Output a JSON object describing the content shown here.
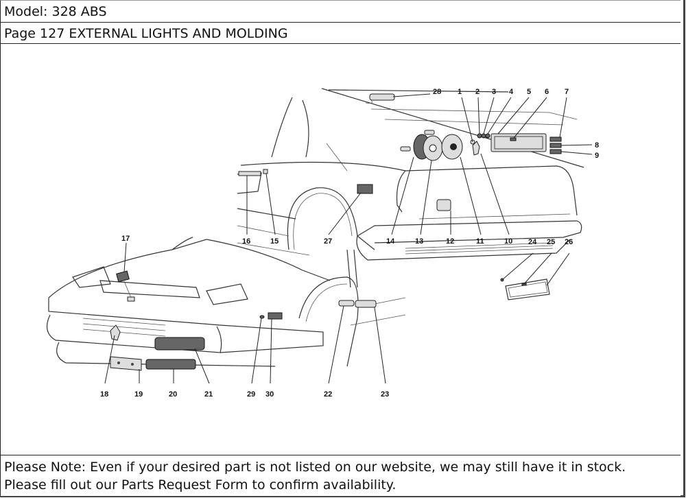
{
  "header": {
    "model_line": "Model: 328 ABS",
    "page_line": "Page 127  EXTERNAL LIGHTS AND MOLDING"
  },
  "diagram": {
    "title": "External lights and molding exploded view",
    "callouts": [
      {
        "id": "1",
        "label": "1"
      },
      {
        "id": "2",
        "label": "2"
      },
      {
        "id": "3",
        "label": "3"
      },
      {
        "id": "4",
        "label": "4"
      },
      {
        "id": "5",
        "label": "5"
      },
      {
        "id": "6",
        "label": "6"
      },
      {
        "id": "7",
        "label": "7"
      },
      {
        "id": "8",
        "label": "8"
      },
      {
        "id": "9",
        "label": "9"
      },
      {
        "id": "10",
        "label": "10"
      },
      {
        "id": "11",
        "label": "11"
      },
      {
        "id": "12",
        "label": "12"
      },
      {
        "id": "13",
        "label": "13"
      },
      {
        "id": "14",
        "label": "14"
      },
      {
        "id": "15",
        "label": "15"
      },
      {
        "id": "16",
        "label": "16"
      },
      {
        "id": "17",
        "label": "17"
      },
      {
        "id": "18",
        "label": "18"
      },
      {
        "id": "19",
        "label": "19"
      },
      {
        "id": "20",
        "label": "20"
      },
      {
        "id": "21",
        "label": "21"
      },
      {
        "id": "22",
        "label": "22"
      },
      {
        "id": "23",
        "label": "23"
      },
      {
        "id": "24",
        "label": "24"
      },
      {
        "id": "25",
        "label": "25"
      },
      {
        "id": "26",
        "label": "26"
      },
      {
        "id": "27",
        "label": "27"
      },
      {
        "id": "28",
        "label": "28"
      },
      {
        "id": "29",
        "label": "29"
      },
      {
        "id": "30",
        "label": "30"
      }
    ]
  },
  "footer": {
    "note_line1": "Please Note: Even if your desired part is not listed on our website, we may still have it in stock.",
    "note_line2": "Please fill out our Parts Request Form to confirm availability."
  }
}
